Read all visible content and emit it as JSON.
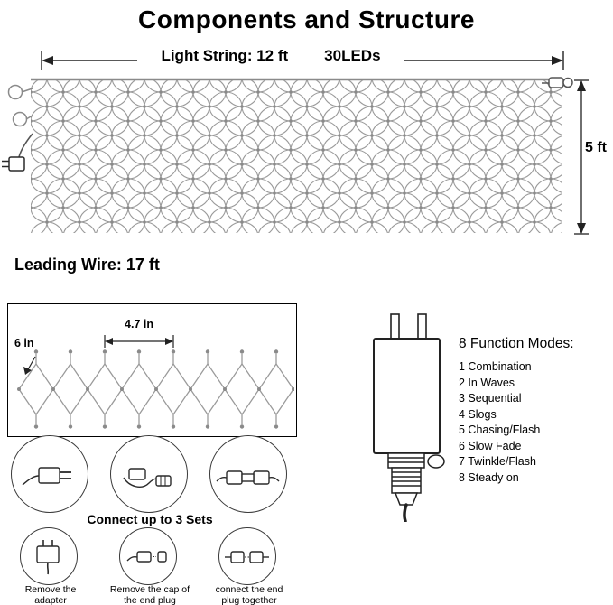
{
  "title": "Components and Structure",
  "light_string": {
    "length_label": "Light String: 12 ft",
    "led_count_label": "30LEDs",
    "height_label": "5 ft",
    "leading_wire_label": "Leading Wire: 17 ft"
  },
  "detail_box": {
    "cell_width_label": "4.7 in",
    "cell_height_label": "6 in"
  },
  "modes": {
    "title": "8 Function Modes:",
    "items": [
      "1 Combination",
      "2 In Waves",
      "3 Sequential",
      "4 Slogs",
      "5 Chasing/Flash",
      "6 Slow Fade",
      "7 Twinkle/Flash",
      "8 Steady on"
    ]
  },
  "connection": {
    "title": "Connect up to 3 Sets",
    "steps": [
      "Remove the adapter",
      "Remove the cap of the end plug",
      "connect the end plug together"
    ]
  },
  "colors": {
    "net": "#9a9a9a",
    "line_art": "#2a2a2a",
    "background": "#ffffff"
  }
}
